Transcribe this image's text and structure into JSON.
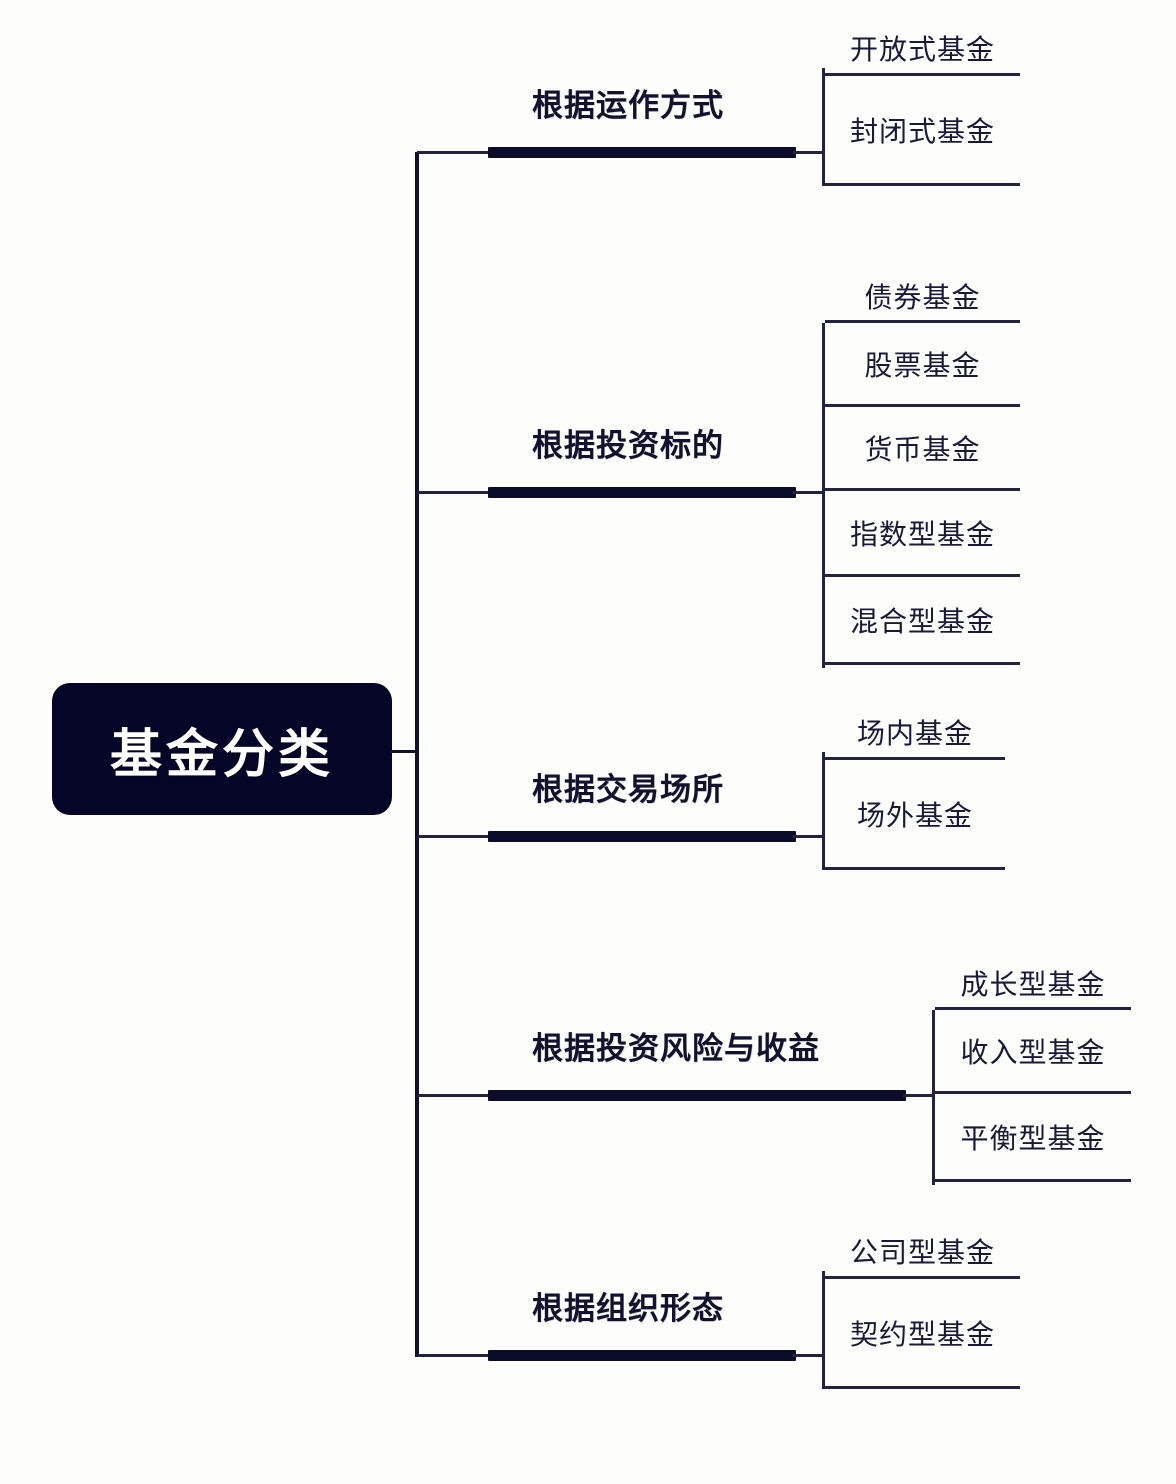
{
  "diagram": {
    "title": "基金分类",
    "type": "mind-map",
    "root": {
      "label": "基金分类"
    },
    "branches": [
      {
        "label": "根据运作方式",
        "leaves": [
          "开放式基金",
          "封闭式基金"
        ]
      },
      {
        "label": "根据投资标的",
        "leaves": [
          "债券基金",
          "股票基金",
          "货币基金",
          "指数型基金",
          "混合型基金"
        ]
      },
      {
        "label": "根据交易场所",
        "leaves": [
          "场内基金",
          "场外基金"
        ]
      },
      {
        "label": "根据投资风险与收益",
        "leaves": [
          "成长型基金",
          "收入型基金",
          "平衡型基金"
        ]
      },
      {
        "label": "根据组织形态",
        "leaves": [
          "公司型基金",
          "契约型基金"
        ]
      }
    ],
    "colors": {
      "background": "#fdfdfb",
      "node_fill": "#050527",
      "node_text": "#ffffff",
      "line": "#23233f",
      "bar": "#0b0b2a",
      "text": "#12122e"
    }
  }
}
